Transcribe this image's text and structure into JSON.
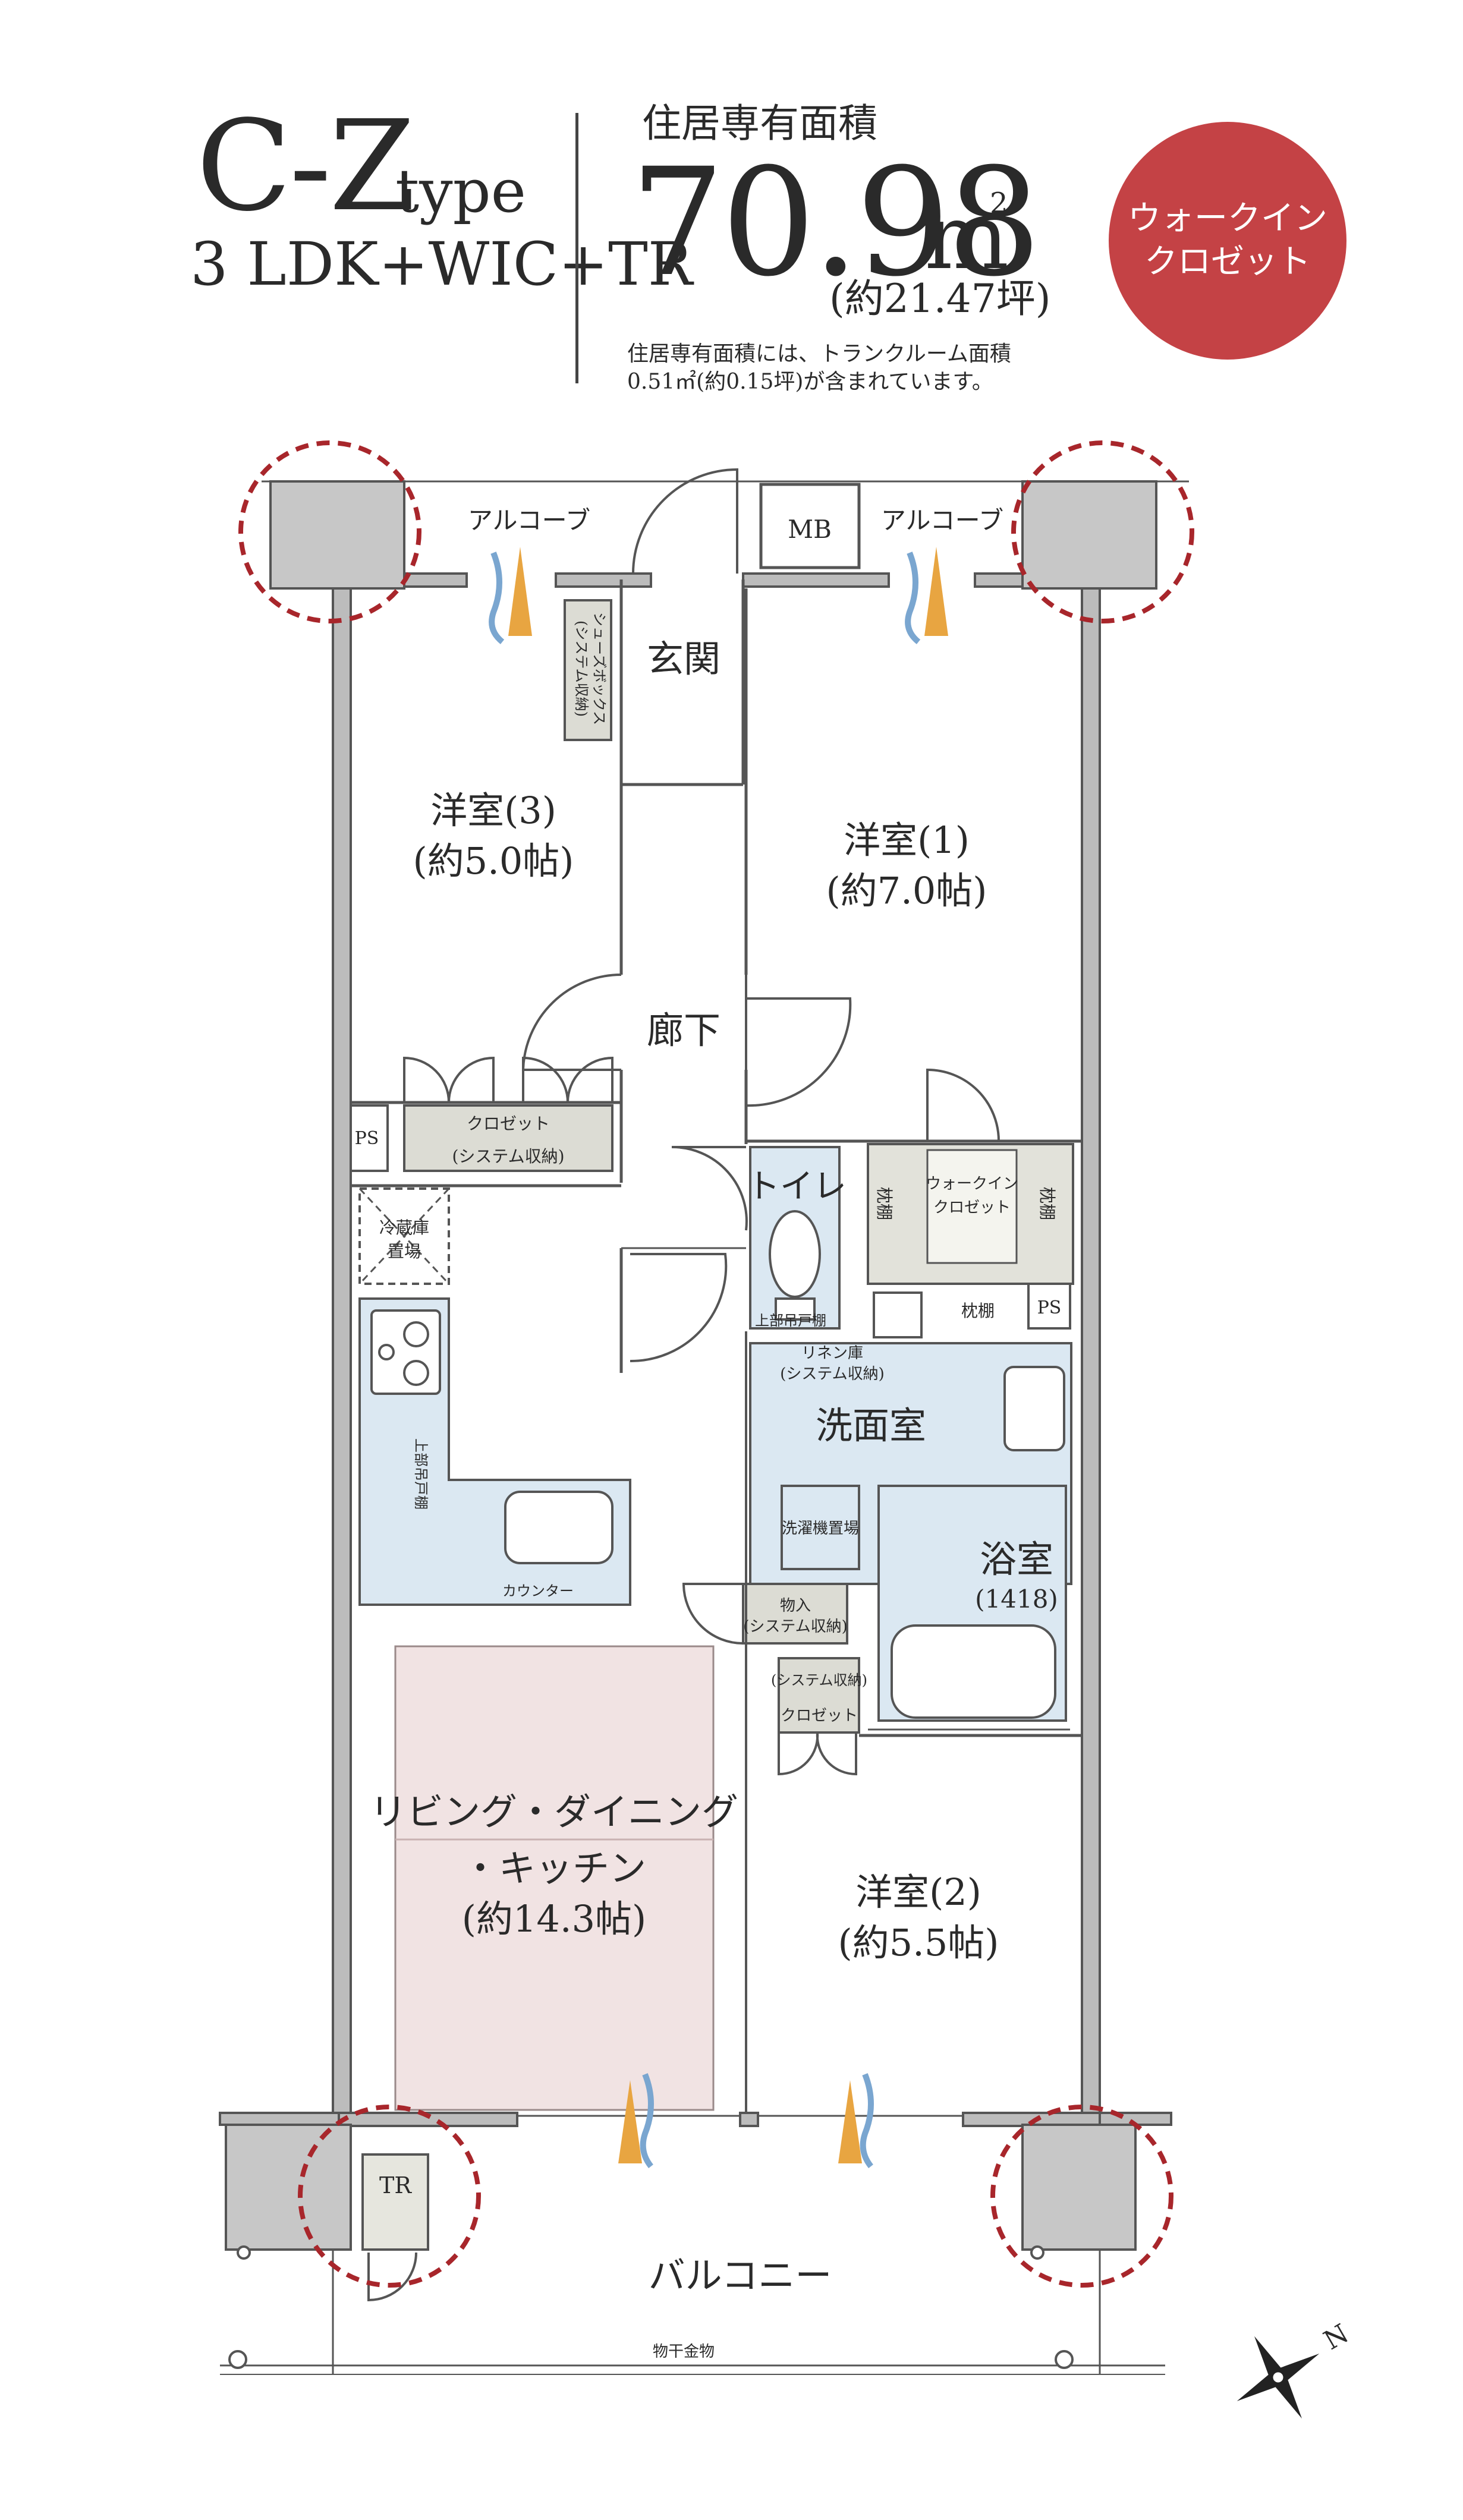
{
  "header": {
    "type_name": "C-Z",
    "type_suffix": "type",
    "layout": "3 LDK+WIC+TR",
    "area_label": "住居専有面積",
    "area_value": "70.98",
    "area_unit": "m",
    "area_unit_sup": "2",
    "area_tsubo": "(約21.47坪)",
    "area_note_1": "住居専有面積には、トランクルーム面積",
    "area_note_2": "0.51㎡(約0.15坪)が含まれています。",
    "badge_line1": "ウォークイン",
    "badge_line2": "クロゼット"
  },
  "rooms": {
    "western3_name": "洋室(3)",
    "western3_size": "(約5.0帖)",
    "western1_name": "洋室(1)",
    "western1_size": "(約7.0帖)",
    "western2_name": "洋室(2)",
    "western2_size": "(約5.5帖)",
    "entrance": "玄関",
    "hallway": "廊下",
    "toilet": "トイレ",
    "washroom": "洗面室",
    "bathroom": "浴室",
    "bathroom_size": "(1418)",
    "ldk_line1": "リビング・ダイニング",
    "ldk_line2": "・キッチン",
    "ldk_size": "(約14.3帖)",
    "balcony": "バルコニー"
  },
  "labels": {
    "alcove_left": "アルコーブ",
    "alcove_right": "アルコーブ",
    "mb": "MB",
    "shoes_box_1": "シューズボックス",
    "shoes_box_2": "(システム収納)",
    "closet3_1": "クロゼット",
    "closet3_2": "(システム収納)",
    "ps_left": "PS",
    "ps_right": "PS",
    "fridge_1": "冷蔵庫",
    "fridge_2": "置場",
    "upper_cabinet_v": "上部吊戸棚",
    "counter": "カウンター",
    "wic_1": "ウォークイン",
    "wic_2": "クロゼット",
    "shelf_left": "枕棚",
    "shelf_right": "枕棚",
    "shelf_bottom": "枕棚",
    "toilet_cabinet": "上部吊戸棚",
    "linen_1": "リネン庫",
    "linen_2": "(システム収納)",
    "washer": "洗濯機置場",
    "storage_1": "物入",
    "storage_2": "(システム収納)",
    "closet2_1": "(システム収納)",
    "closet2_2": "クロゼット",
    "tr": "TR",
    "laundry_pole": "物干金物",
    "north": "N"
  },
  "colors": {
    "wall": "#bcbcbc",
    "wall_stroke": "#555555",
    "wet_area": "#dbe8f2",
    "ldk_fill": "#f1e3e3",
    "storage_fill": "#dcdcd4",
    "column_fill": "#c7c7c7",
    "circle_dash": "#a8262b",
    "badge": "#c44245"
  }
}
